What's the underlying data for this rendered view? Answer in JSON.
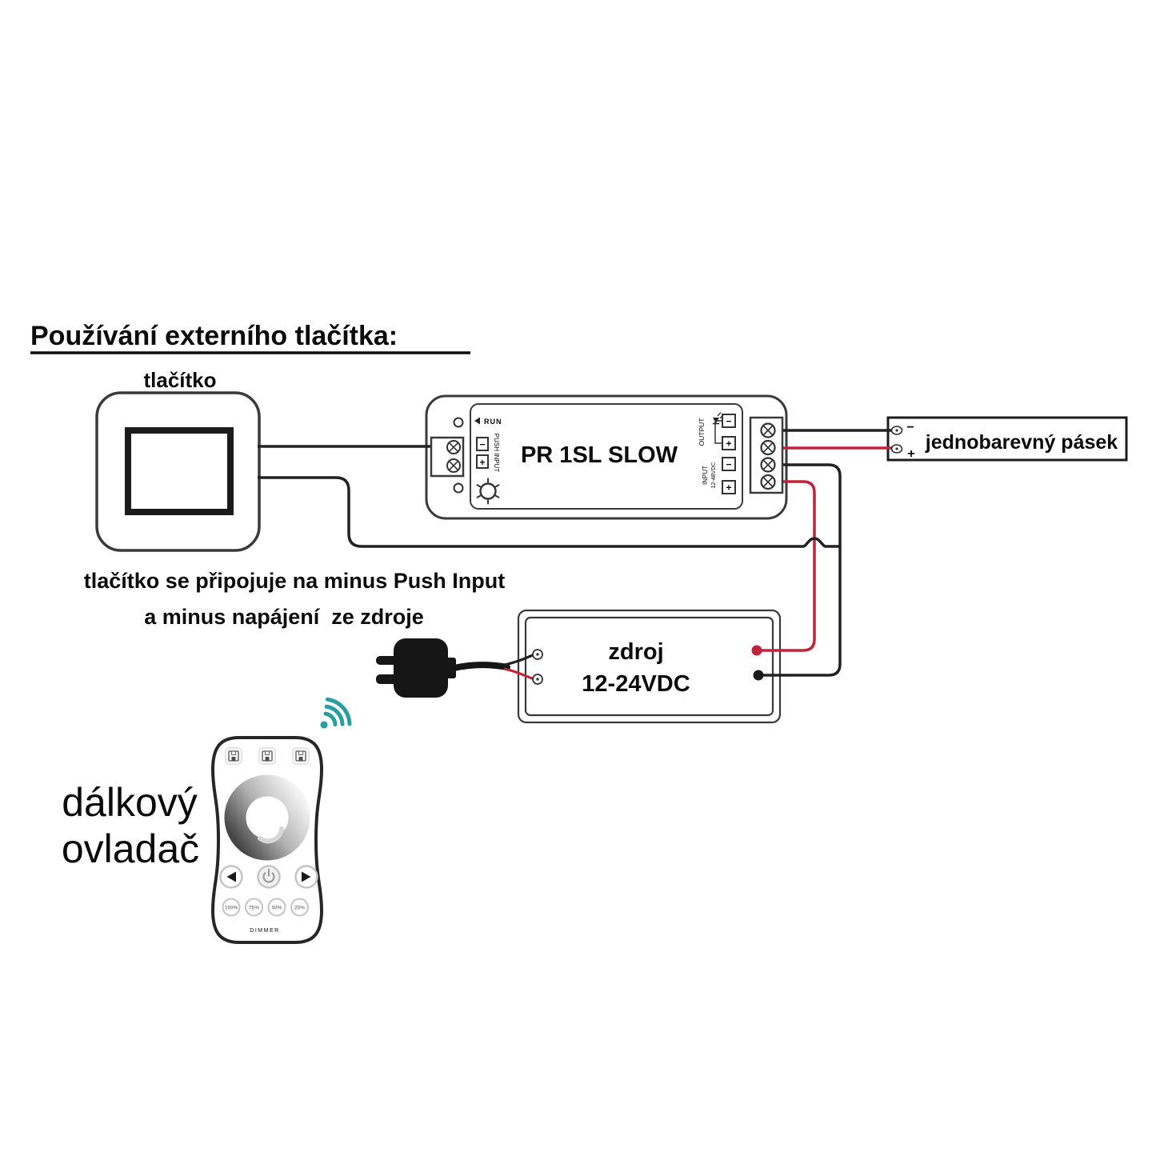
{
  "title": "Používání externího tlačítka:",
  "button": {
    "label": "tlačítko"
  },
  "controller": {
    "name": "PR 1SL SLOW",
    "run": "RUN",
    "push_input": "PUSH INPUT",
    "push_minus": "−",
    "push_plus": "+",
    "output": "OUTPUT",
    "out_minus": "−",
    "out_plus": "+",
    "input": "INPUT",
    "input_voltage": "12-48VDC",
    "in_minus": "−",
    "in_plus": "+"
  },
  "strip": {
    "label": "jednobarevný pásek",
    "minus": "−",
    "plus": "+"
  },
  "note": {
    "line1": "tlačítko se připojuje na minus Push Input",
    "line2": "a minus napájení  ze zdroje"
  },
  "psu": {
    "name": "zdroj",
    "voltage": "12-24VDC"
  },
  "remote": {
    "label_line1": "dálkový",
    "label_line2": "ovladač",
    "presets": [
      "100%",
      "75%",
      "50%",
      "25%"
    ],
    "dimmer": "DIMMER"
  },
  "colors": {
    "wire_black": "#222222",
    "wire_red": "#c0243a",
    "wifi_teal": "#2a9da0",
    "text": "#0c0c0c"
  }
}
